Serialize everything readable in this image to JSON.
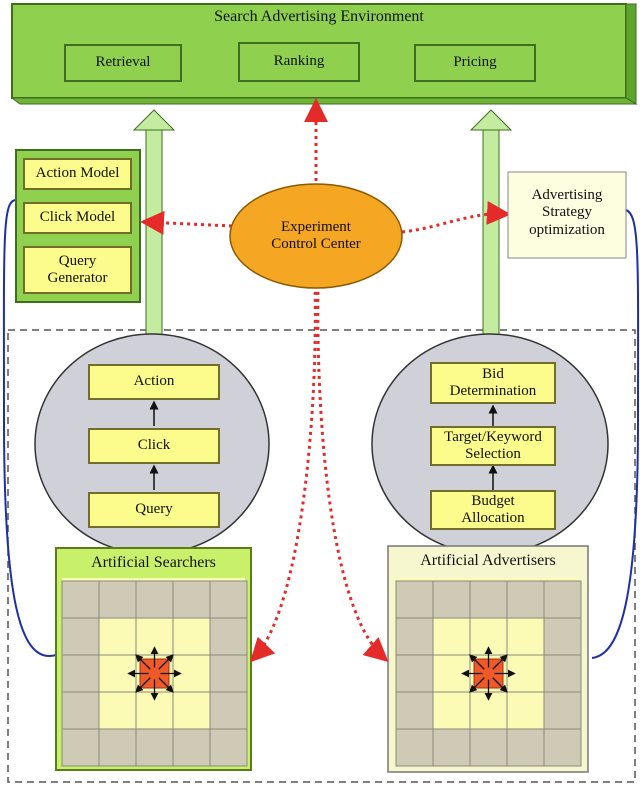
{
  "environment": {
    "title": "Search Advertising Environment",
    "modules": [
      "Retrieval",
      "Ranking",
      "Pricing"
    ]
  },
  "center": {
    "label": "Experiment\nControl Center"
  },
  "searcher_models": [
    "Action Model",
    "Click Model",
    "Query\nGenerator"
  ],
  "advertiser_strategy": {
    "label": "Advertising\nStrategy\noptimization"
  },
  "searcher_steps": [
    "Action",
    "Click",
    "Query"
  ],
  "advertiser_steps": [
    "Bid\nDetermination",
    "Target/Keyword\nSelection",
    "Budget\nAllocation"
  ],
  "searchers_panel": {
    "title": "Artificial Searchers"
  },
  "advertisers_panel": {
    "title": "Artificial Advertisers"
  },
  "colors": {
    "green": "#8fd14f",
    "green_border": "#3e6f1e",
    "yellow_box": "#fcfc8c",
    "orange": "#f5a623",
    "red_arrow": "#e52a2a",
    "blue_line": "#1f2fa8",
    "grid_cell": "#cfcab6",
    "grid_center": "#ef5a28"
  }
}
